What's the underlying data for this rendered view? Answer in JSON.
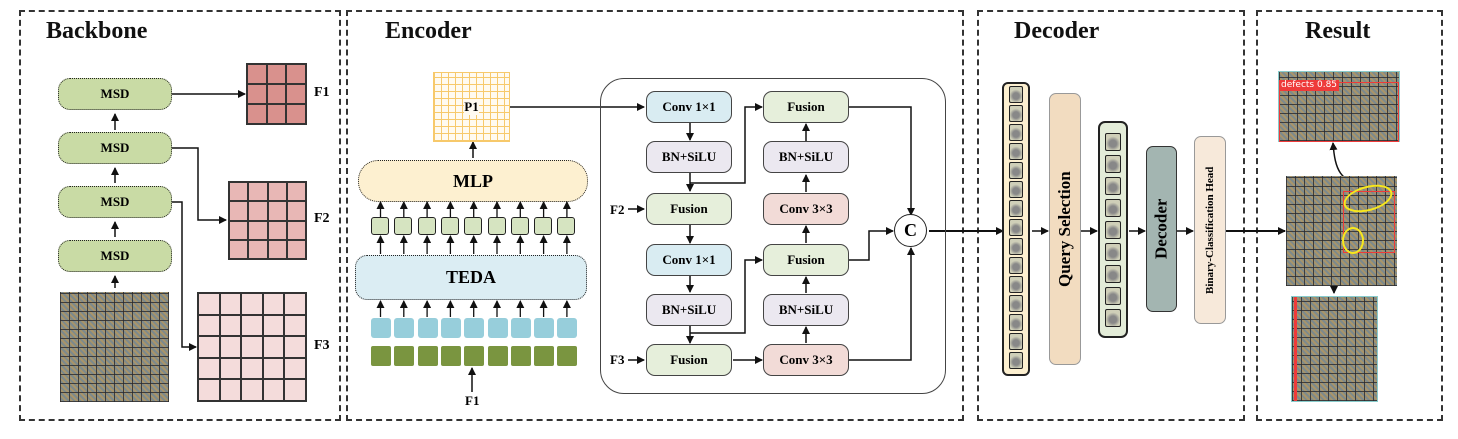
{
  "panels": {
    "backbone": "Backbone",
    "encoder": "Encoder",
    "decoder": "Decoder",
    "result": "Result"
  },
  "backbone": {
    "msd_blocks": [
      "MSD",
      "MSD",
      "MSD",
      "MSD"
    ],
    "feature_maps": [
      {
        "label": "F1",
        "grid": 3,
        "color": "#d9918d"
      },
      {
        "label": "F2",
        "grid": 4,
        "color": "#e8b7b5"
      },
      {
        "label": "F3",
        "grid": 5,
        "color": "#f4dcdb"
      }
    ],
    "input_image": "pcb-input-image"
  },
  "encoder": {
    "p1_label": "P1",
    "mlp_label": "MLP",
    "teda_label": "TEDA",
    "input_label": "F1",
    "token_count": 9,
    "colors": {
      "mlp": "#fdf0d0",
      "teda": "#dbedf3",
      "p1_grid": "#f7c96b"
    }
  },
  "fusion_module": {
    "left_column": [
      "Conv 1×1",
      "BN+SiLU",
      "Fusion",
      "Conv 1×1",
      "BN+SiLU",
      "Fusion"
    ],
    "right_column": [
      "Fusion",
      "BN+SiLU",
      "Conv 3×3",
      "Fusion",
      "BN+SiLU",
      "Conv 3×3"
    ],
    "inputs": [
      "F2",
      "F3"
    ],
    "concat_label": "C"
  },
  "decoder": {
    "query_selection": "Query Selection",
    "decoder_block": "Decoder",
    "head": "Binary-Classification Head",
    "colors": {
      "query_selection": "#f2dcc0",
      "decoder_block": "#a3b5b1",
      "head": "#f7e9da",
      "tokens_big": "#fdf0d0",
      "tokens_small": "#e3ecd8"
    },
    "big_token_count": 15,
    "small_token_count": 9
  },
  "result": {
    "detection_label": "defects 0.85",
    "box_color": "#ee3a3a",
    "highlight_color": "#f7e81c"
  }
}
